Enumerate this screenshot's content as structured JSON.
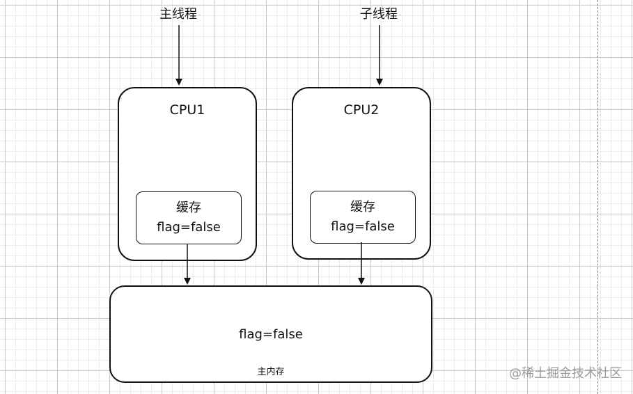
{
  "threads": {
    "main": "主线程",
    "child": "子线程"
  },
  "cpus": [
    {
      "title": "CPU1",
      "cache_title": "缓存",
      "cache_value": "flag=false"
    },
    {
      "title": "CPU2",
      "cache_title": "缓存",
      "cache_value": "flag=false"
    }
  ],
  "main_memory": {
    "title": "主内存",
    "value": "flag=false"
  },
  "watermark": "@稀土掘金技术社区"
}
